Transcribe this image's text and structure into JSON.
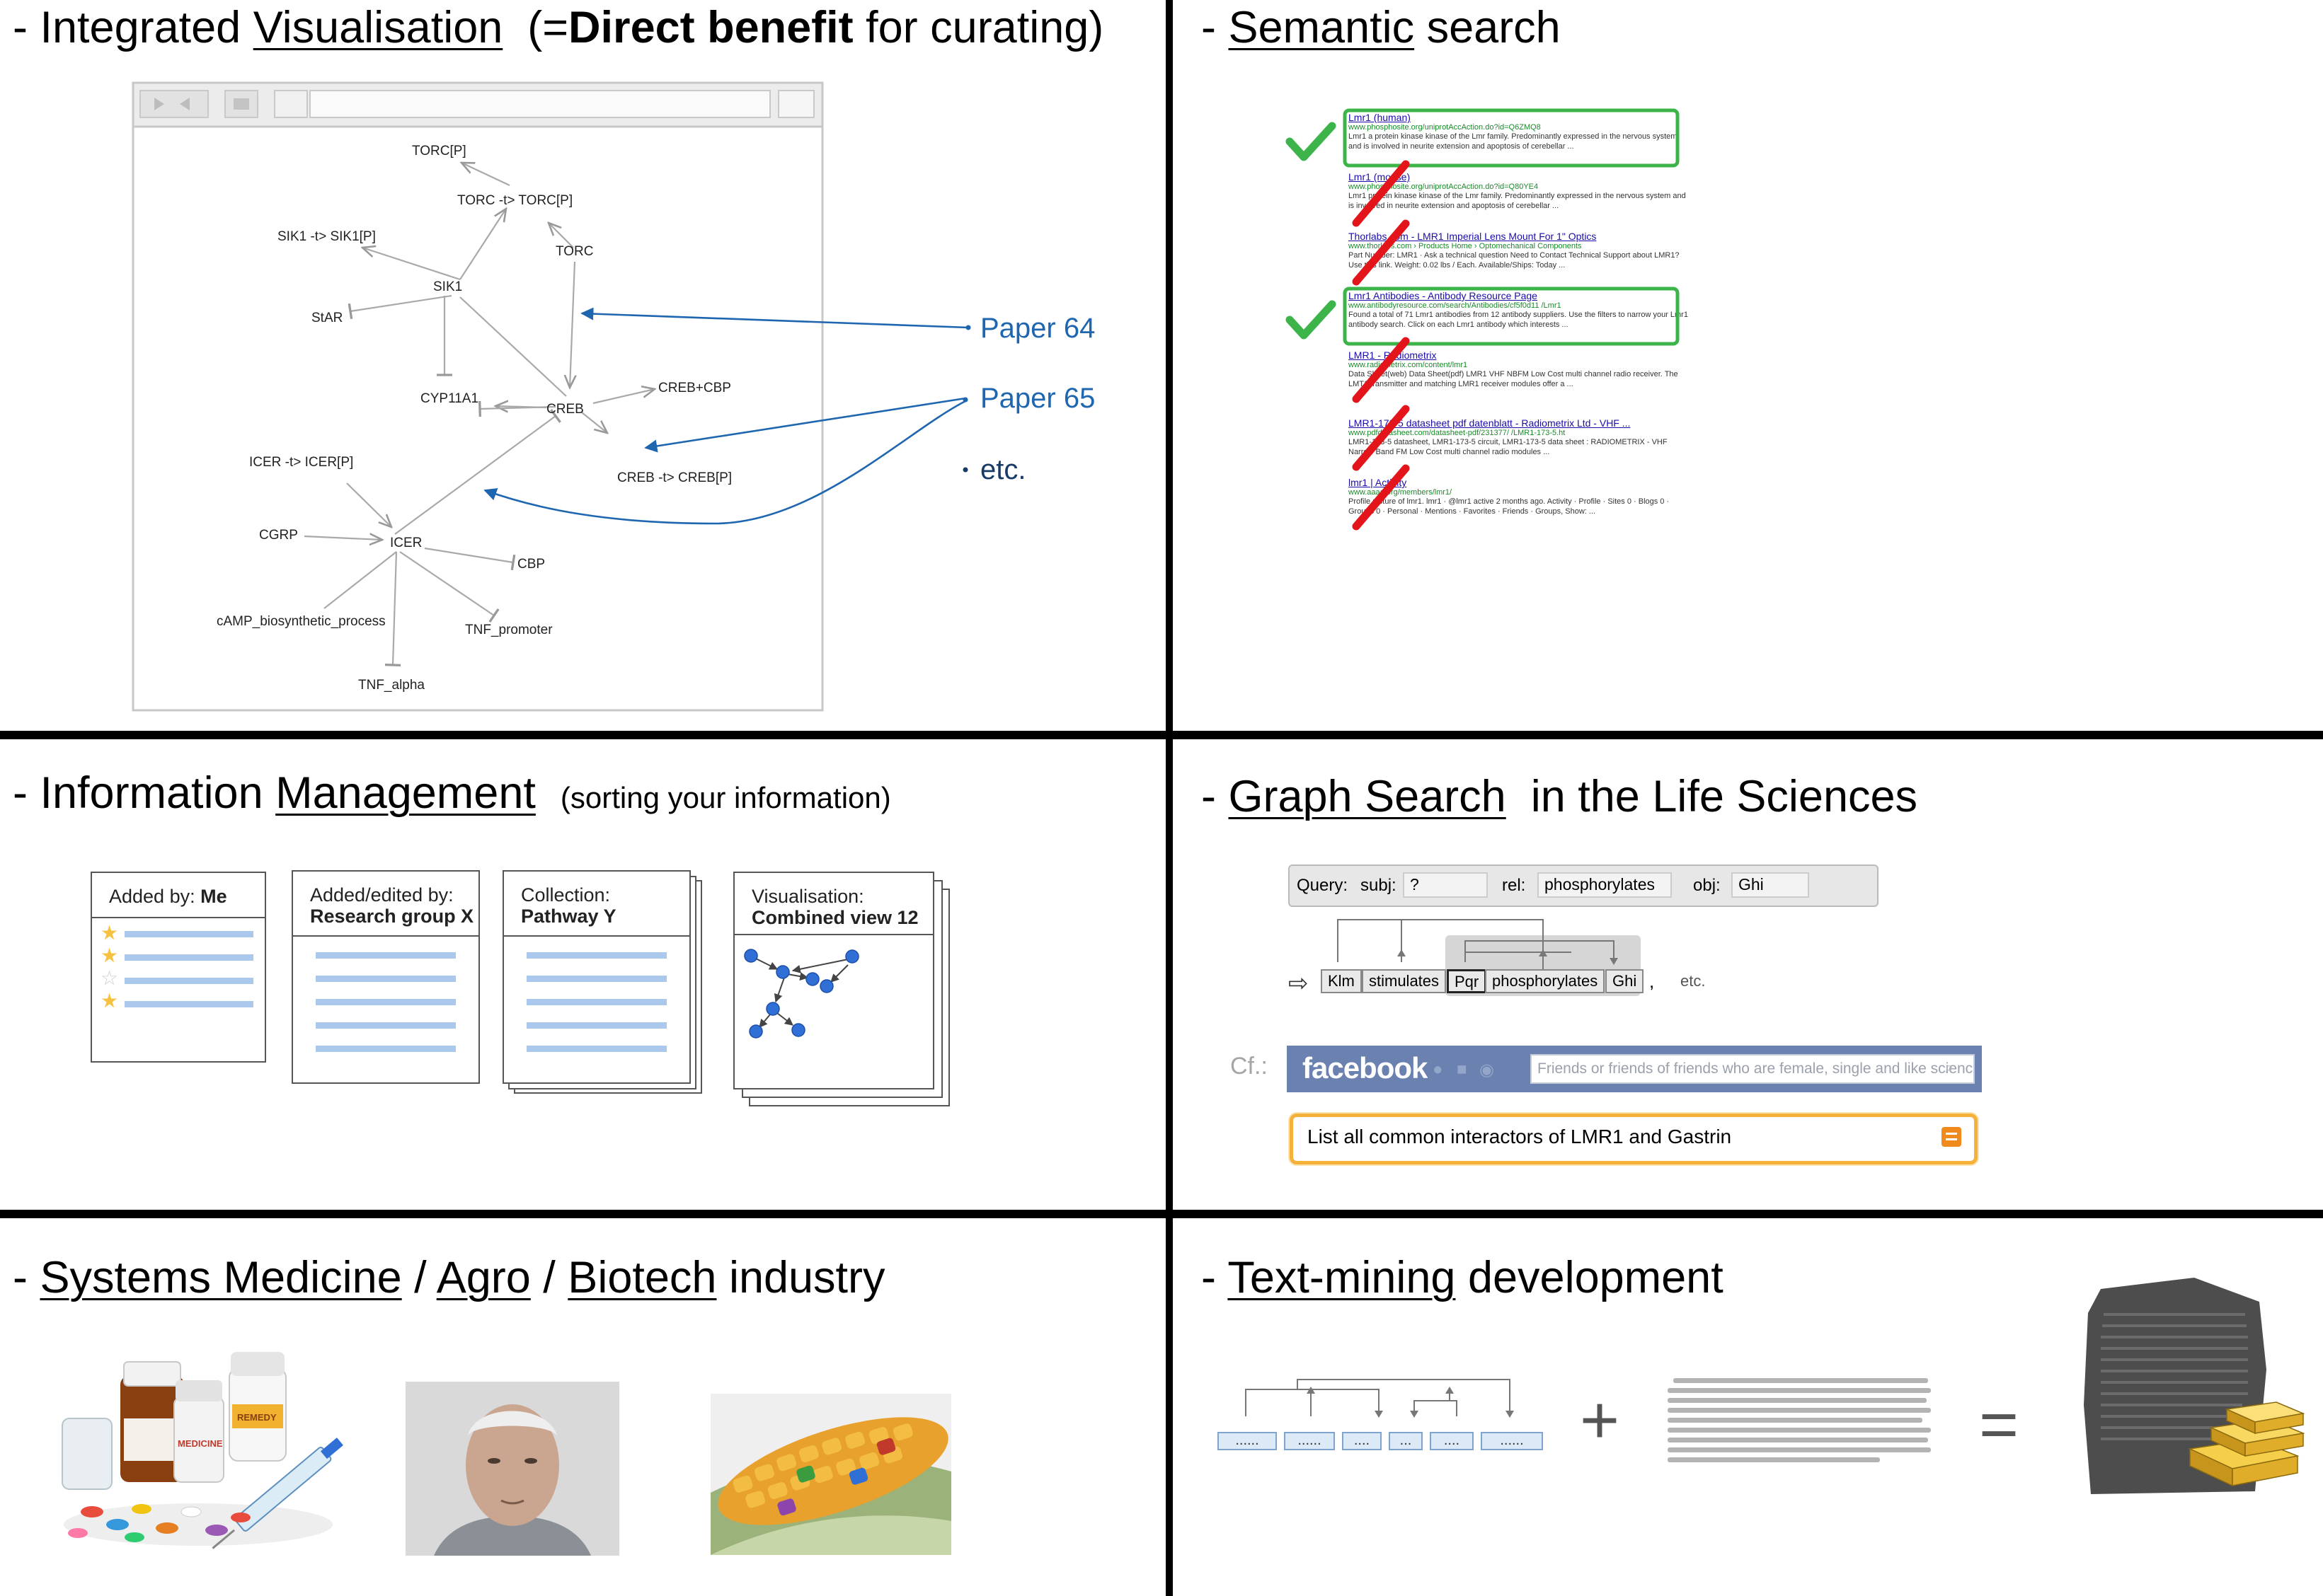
{
  "panels": {
    "visualisation": {
      "title_pre": "- Integrated ",
      "title_ul": "Visualisation",
      "title_open": "  (=",
      "title_bold": "Direct benefit",
      "title_post": " for curating)",
      "nodes": {
        "torcp": "TORC[P]",
        "torc_torcp": "TORC -t> TORC[P]",
        "sik1_sik1p": "SIK1 -t> SIK1[P]",
        "torc": "TORC",
        "sik1": "SIK1",
        "star": "StAR",
        "cyp11a1": "CYP11A1",
        "creb": "CREB",
        "creb_cbp": "CREB+CBP",
        "creb_crebp": "CREB -t> CREB[P]",
        "icer_icerp": "ICER -t> ICER[P]",
        "cgrp": "CGRP",
        "icer": "ICER",
        "cbp": "CBP",
        "camp": "cAMP_biosynthetic_process",
        "tnf_promoter": "TNF_promoter",
        "tnf_alpha": "TNF_alpha"
      },
      "paper64": "Paper 64",
      "paper65": "Paper 65",
      "etc": "etc.",
      "accent": "#1f66b0"
    },
    "semantic": {
      "title_pre": "- ",
      "title_ul": "Semantic",
      "title_post": " search",
      "results": [
        {
          "title": "Lmr1 (human)",
          "url": "www.phosphosite.org/uniprotAccAction.do?id=Q6ZMQ8",
          "snippet": "Lmr1 a protein kinase kinase of the Lmr family. Predominantly expressed in the nervous system and is involved in neurite extension and apoptosis of cerebellar ...",
          "status": "relevant"
        },
        {
          "title": "Lmr1 (mouse)",
          "url": "www.phosphosite.org/uniprotAccAction.do?id=Q80YE4",
          "snippet": "Lmr1 protein kinase kinase of the Lmr family. Predominantly expressed in the nervous system and is involved in neurite extension and apoptosis of cerebellar ...",
          "status": "irrelevant"
        },
        {
          "title": "Thorlabs.com - LMR1 Imperial Lens Mount For 1\" Optics",
          "url": "www.thorlabs.com › Products Home › Optomechanical Components",
          "snippet": "Part Number: LMR1 · Ask a technical question Need to Contact Technical Support about LMR1? Use this link. Weight: 0.02 lbs / Each. Available/Ships: Today ...",
          "status": "irrelevant"
        },
        {
          "title": "Lmr1 Antibodies - Antibody Resource Page",
          "url": "www.antibodyresource.com/search/Antibodies/cf5f0d11 /Lmr1",
          "snippet": "Found a total of 71 Lmr1 antibodies from 12 antibody suppliers. Use the filters to narrow your Lmr1 antibody search. Click on each Lmr1 antibody which interests ...",
          "status": "relevant"
        },
        {
          "title": "LMR1 - Radiometrix",
          "url": "www.radiometrix.com/content/lmr1",
          "snippet": "Data Sheet(web) Data Sheet(pdf) LMR1 VHF NBFM Low Cost multi channel radio receiver. The LMT1 transmitter and matching LMR1 receiver modules offer a ...",
          "status": "irrelevant"
        },
        {
          "title": "LMR1-173-5 datasheet pdf datenblatt - Radiometrix Ltd - VHF ...",
          "url": "www.pdfdatasheet.com/datasheet-pdf/231377/ /LMR1-173-5.ht",
          "snippet": "LMR1-173-5 datasheet, LMR1-173-5 circuit, LMR1-173-5 data sheet : RADIOMETRIX - VHF Narrow Band FM Low Cost multi channel radio modules ...",
          "status": "irrelevant"
        },
        {
          "title": "lmr1 | Activity",
          "url": "www.aaaa.org/members/lmr1/",
          "snippet": "Profile picture of lmr1. lmr1 · @lmr1 active 2 months ago. Activity · Profile · Sites 0 · Blogs 0 · Groups 0 · Personal · Mentions · Favorites · Friends · Groups, Show: ...",
          "status": "irrelevant"
        }
      ],
      "check_color": "#3cb44a",
      "strike_color": "#e4141b"
    },
    "information": {
      "title_pre": "- Information ",
      "title_ul": "Management",
      "title_small": "(sorting your information)",
      "cards": [
        {
          "label": "Added by: ",
          "value": "Me"
        },
        {
          "label": "Added/edited by:",
          "value": "Research group X"
        },
        {
          "label": "Collection:",
          "value": "Pathway Y"
        },
        {
          "label": "Visualisation:",
          "value": "Combined view 12"
        }
      ],
      "stars": [
        true,
        true,
        false,
        true
      ],
      "bar_color": "#a9c8ec",
      "star_color": "#f6c243",
      "dot_color": "#2f6fd6"
    },
    "graph_search": {
      "title_pre": "- ",
      "title_ul": "Graph Search",
      "title_post": "  in the Life Sciences",
      "query_label": "Query:",
      "subj_label": "subj:",
      "subj_value": "?",
      "rel_label": "rel:",
      "rel_value": "phosphorylates",
      "obj_label": "obj:",
      "obj_value": "Ghi",
      "tokens": [
        "Klm",
        "stimulates",
        "Pqr",
        "phosphorylates",
        "Ghi"
      ],
      "comma": ",",
      "etc": "etc.",
      "cf_label": "Cf.:",
      "fb_logo": "facebook",
      "fb_placeholder": "Friends or friends of friends who are female, single and like science",
      "nl_query": "List all common interactors of LMR1 and Gastrin",
      "fb_color": "#6b82b1",
      "orange": "#f4b23b"
    },
    "systems": {
      "title_pre": "- ",
      "title_ul1": "Systems Medicine",
      "sep1": " / ",
      "title_ul2": "Agro",
      "sep2": " / ",
      "title_ul3": "Biotech",
      "title_post": " industry",
      "pill_label_1": "MEDICINE",
      "pill_label_2": "REMEDY"
    },
    "textmining": {
      "title_pre": "- ",
      "title_ul": "Text-mining",
      "title_post": " development",
      "dots": [
        "......",
        "......",
        "....",
        "...",
        "....",
        "......"
      ],
      "plus": "+",
      "equals": "="
    }
  }
}
